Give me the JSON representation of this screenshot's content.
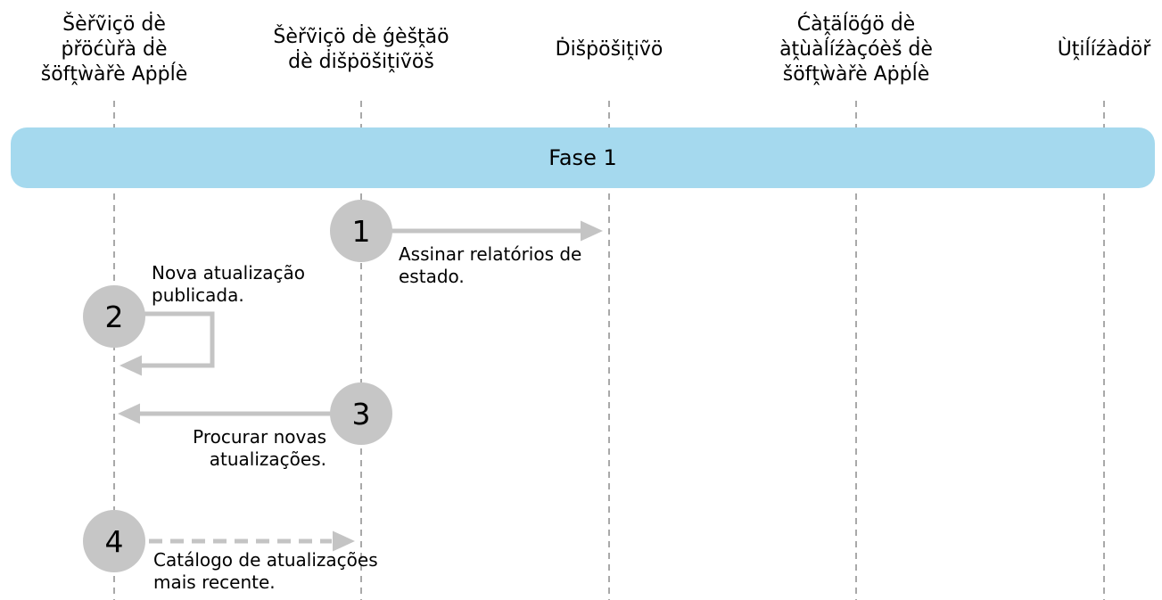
{
  "diagram": {
    "colors": {
      "background": "#FFFFFF",
      "phase_bar": "#A5D9EE",
      "step_circle": "#C6C6C6",
      "arrow": "#C4C4C4",
      "lifeline": "#A9A9A9",
      "text": "#000000"
    },
    "actors": [
      {
        "label": "Šèřṽiçö ḋè\nṗřöćùřà ḋè\nšöfṱẁàřè Aṗṗĺè"
      },
      {
        "label": "Šèřṽiçö ḋè ǵèšṱăö\nḋè ḋišṗöšiṱiṽöš"
      },
      {
        "label": "Ḋišṗöšiṱiṽö"
      },
      {
        "label": "Ćàṱäĺöǵö ḋè\nàṱùàĺíźàçóèš ḋè\nšöfṱẁàřè Aṗṗĺè"
      },
      {
        "label": "Ùṱiĺíźàḋöř"
      }
    ],
    "phase": {
      "label": "Fase 1"
    },
    "steps": [
      {
        "number": "1",
        "label": "Assinar relatórios de\nestado.",
        "arrow": "solid-right"
      },
      {
        "number": "2",
        "label": "Nova atualização\npublicada.",
        "arrow": "solid-self-loop"
      },
      {
        "number": "3",
        "label": "Procurar novas\natualizações.",
        "arrow": "solid-left"
      },
      {
        "number": "4",
        "label": "Catálogo de atualizações\nmais recente.",
        "arrow": "dashed-right"
      }
    ]
  }
}
